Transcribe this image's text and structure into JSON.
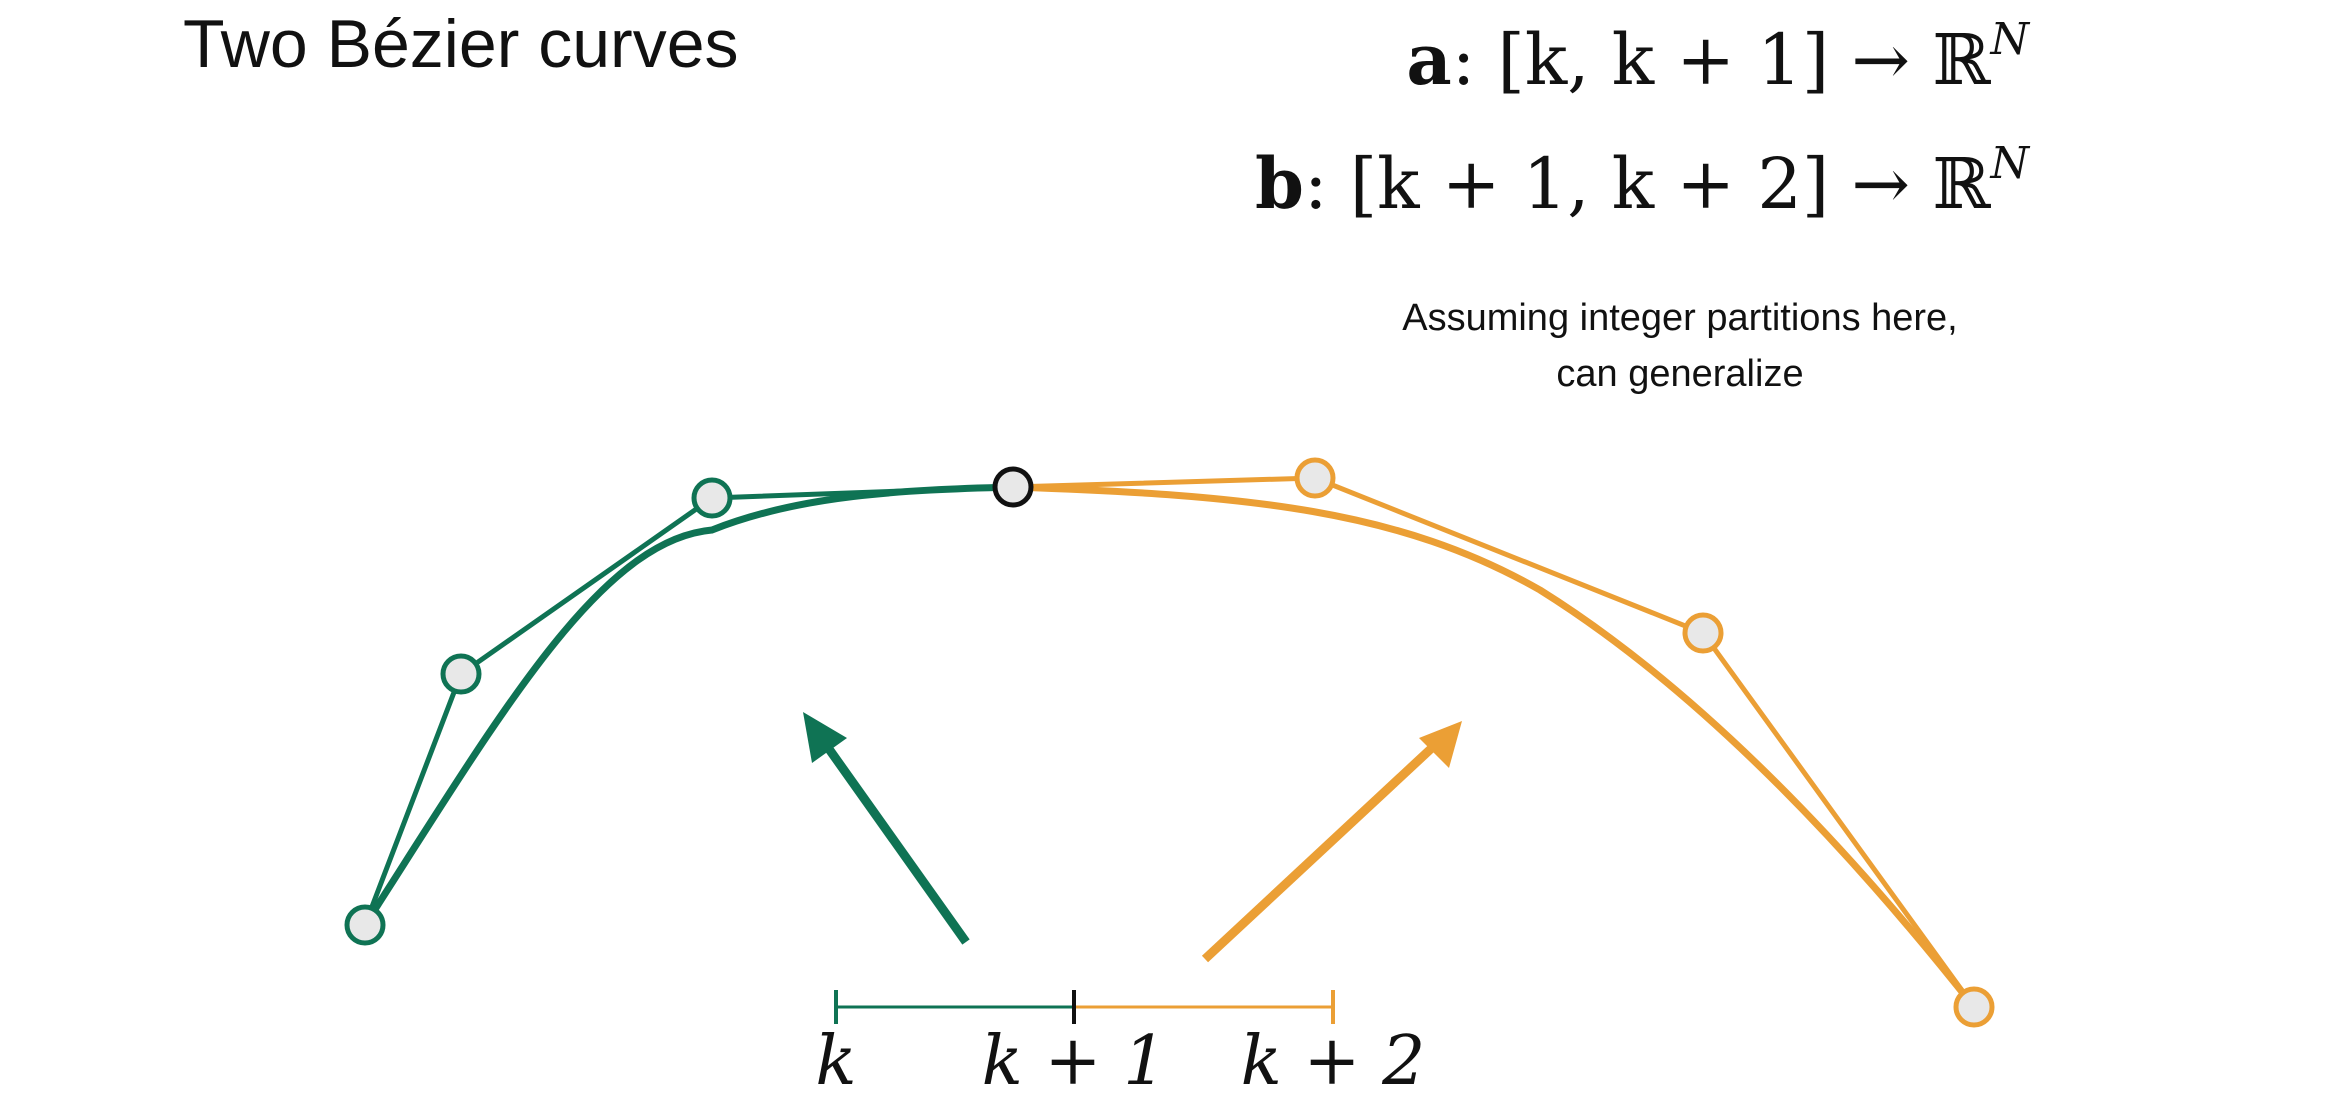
{
  "title": "Two Bézier curves",
  "equations": {
    "a": {
      "name": "a",
      "domain": ": [k, k + 1] → ℝ",
      "exponent": "N"
    },
    "b": {
      "name": "b",
      "domain": ": [k + 1, k + 2] → ℝ",
      "exponent": "N"
    }
  },
  "note": {
    "line1": "Assuming integer partitions here,",
    "line2": "can generalize"
  },
  "timeline": {
    "labels": [
      "k",
      "k + 1",
      "k + 2"
    ]
  },
  "colors": {
    "curve_a": "#0f7354",
    "curve_b": "#eb9f35",
    "point_fill": "#e8e8e8",
    "junction_stroke": "#111111"
  }
}
